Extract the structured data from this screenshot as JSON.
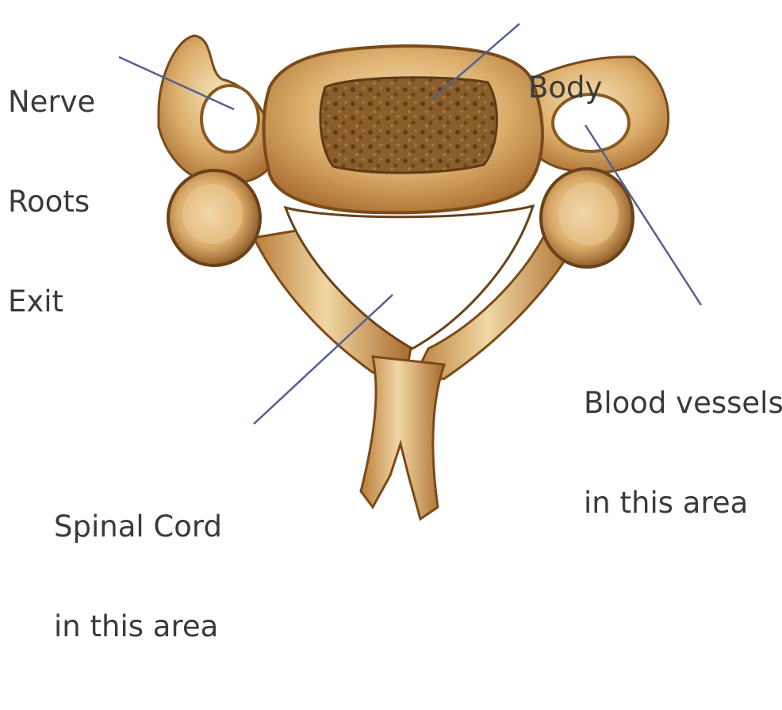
{
  "labels": {
    "nerve_roots": [
      "Nerve",
      "Roots",
      "Exit"
    ],
    "body": "Body",
    "blood_vessels": [
      "Blood vessels",
      "in this area"
    ],
    "spinal_cord": [
      "Spinal Cord",
      "in this area"
    ]
  },
  "colors": {
    "bone_light": "#f3ddb0",
    "bone_mid": "#d9a865",
    "bone_dark": "#9a6328",
    "bone_shadow": "#5e3a16",
    "marrow": "#7b5424",
    "leader_line": "#55608e",
    "text": "#3a3a3a"
  }
}
